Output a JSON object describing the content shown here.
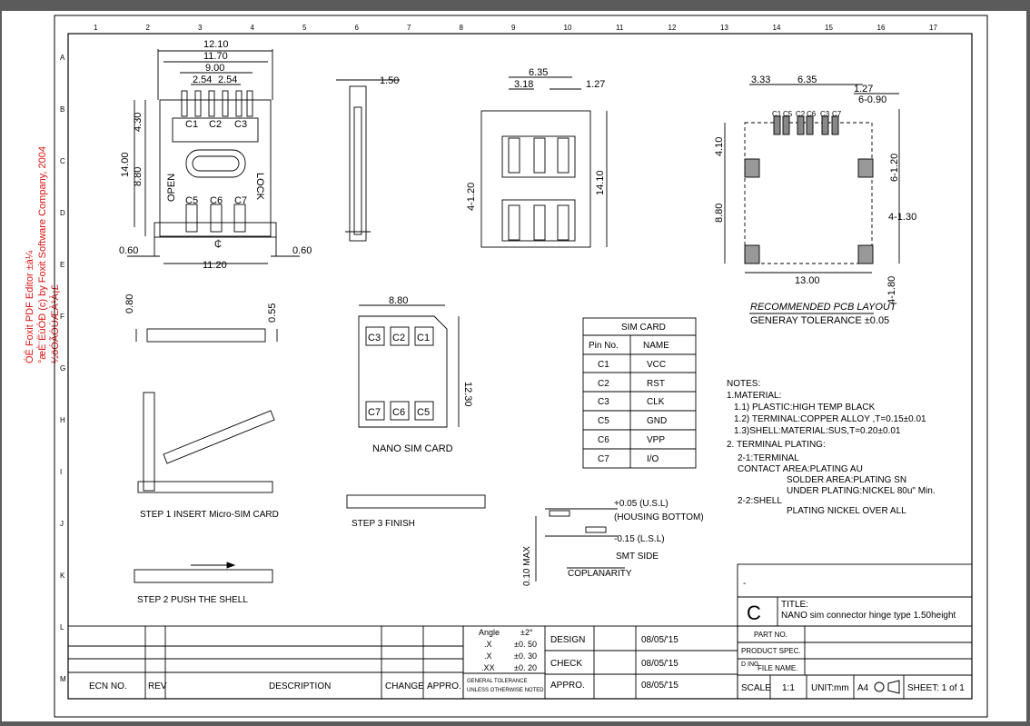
{
  "watermark": {
    "line1": "ÓÉ Foxit PDF Editor ±à¼­",
    "line2": "°æÈ¨ËùÓÐ (c) by Foxit Software Company, 2004",
    "line3": "½öÓÃÓÚÆÀ¹À¡£"
  },
  "border": {
    "cols": [
      "1",
      "2",
      "3",
      "4",
      "5",
      "6",
      "7",
      "8",
      "9",
      "10",
      "11",
      "12",
      "13",
      "14",
      "15",
      "16",
      "17"
    ],
    "rows": [
      "A",
      "B",
      "C",
      "D",
      "E",
      "F",
      "G",
      "H",
      "I",
      "J",
      "K",
      "L",
      "M"
    ]
  },
  "top_view": {
    "dims": [
      "12.10",
      "11.70",
      "9.00",
      "2.54",
      "2.54",
      "4.30",
      "14.00",
      "8.80",
      "0.60",
      "0.60",
      "11.20"
    ],
    "pins_top": [
      "C1",
      "C2",
      "C3"
    ],
    "pins_bottom": [
      "C5",
      "C6",
      "C7"
    ],
    "open": "OPEN",
    "lock": "LOCK",
    "center": "₵"
  },
  "side_view": {
    "dim": "1.50"
  },
  "pcb_view": {
    "dims": [
      "6.35",
      "3.18",
      "1.27",
      "4-1.20",
      "14.10"
    ]
  },
  "pcb_layout": {
    "dims": [
      "3.33",
      "6.35",
      "1.27",
      "6-0.90",
      "4.10",
      "6-1.20",
      "8.80",
      "4-1.30",
      "13.00",
      "4-1.80"
    ],
    "pins": [
      "C1",
      "C5",
      "C2",
      "C6",
      "C3",
      "C7"
    ],
    "title": "RECOMMENDED PCB LAYOUT",
    "tolerance": "GENERAY TOLERANCE ±0.05"
  },
  "front_view": {
    "dims": [
      "0.80",
      "0.55"
    ]
  },
  "nano_card": {
    "width": "8.80",
    "height": "12.30",
    "top": [
      "C3",
      "C2",
      "C1"
    ],
    "bottom": [
      "C7",
      "C6",
      "C5"
    ],
    "label": "NANO SIM CARD"
  },
  "sim_table": {
    "title": "SIM CARD",
    "headers": [
      "Pin No.",
      "NAME"
    ],
    "rows": [
      [
        "C1",
        "VCC"
      ],
      [
        "C2",
        "RST"
      ],
      [
        "C3",
        "CLK"
      ],
      [
        "C5",
        "GND"
      ],
      [
        "C6",
        "VPP"
      ],
      [
        "C7",
        "I/O"
      ]
    ]
  },
  "notes": [
    "NOTES:",
    "1.MATERIAL:",
    "1.1) PLASTIC:HIGH TEMP BLACK",
    "1.2) TERMINAL:COPPER ALLOY   ,T=0.15±0.01",
    "1.3)SHELL:MATERIAL:SUS,T=0.20±0.01",
    "2. TERMINAL PLATING:",
    "2-1:TERMINAL",
    "CONTACT AREA:PLATING AU",
    "SOLDER AREA:PLATING SN",
    "UNDER PLATING:NICKEL 80u\" Min.",
    "2-2:SHELL",
    "PLATING NICKEL OVER ALL"
  ],
  "steps": {
    "step1": "STEP 1  INSERT Micro-SIM CARD",
    "step2": "STEP 2   PUSH THE SHELL",
    "step3": "STEP 3    FINISH"
  },
  "coplanarity": {
    "usl": "+0.05 (U.S.L)",
    "housing": "(HOUSING BOTTOM)",
    "lsl": "-0.15 (L.S.L)",
    "smt": "SMT SIDE",
    "title": "COPLANARITY",
    "max": "0.10 MAX"
  },
  "title_block": {
    "dash": "-",
    "rev_letter": "C",
    "title_label": "TITLE:",
    "title": "NANO   sim connector hinge type 1.50height",
    "part_no": "PART NO.",
    "product_spec": "PRODUCT SPEC.",
    "dwg": "D\nING",
    "file_name": "FILE NAME.",
    "scale_label": "SCALE",
    "scale": "1:1",
    "unit": "UNIT:mm",
    "size": "A4",
    "sheet": "SHEET: 1 of 1"
  },
  "tolerance_block": {
    "rows": [
      [
        "Angle",
        "±2°"
      ],
      [
        ".X",
        "±0. 50"
      ],
      [
        ".X",
        "±0. 30"
      ],
      [
        ".XX",
        "±0. 20"
      ]
    ],
    "general": "GENERAL TOLERANCE",
    "unless": "UNLESS OTHERWISE NOTED"
  },
  "approvals": [
    {
      "label": "DESIGN",
      "date": "08/05/'15"
    },
    {
      "label": "CHECK",
      "date": "08/05/'15"
    },
    {
      "label": "APPRO.",
      "date": "08/05/'15"
    }
  ],
  "revision_headers": [
    "ECN NO.",
    "REV",
    "DESCRIPTION",
    "CHANGE",
    "APPRO."
  ]
}
